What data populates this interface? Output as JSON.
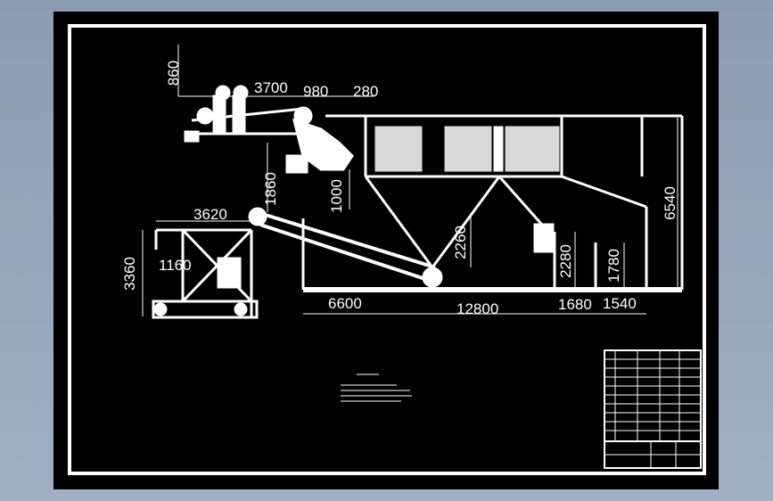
{
  "dimensions": {
    "d860": "860",
    "d3700": "3700",
    "d980": "980",
    "d280": "280",
    "d1860": "1860",
    "d1000": "1000",
    "d6540": "6540",
    "d3620": "3620",
    "d3360": "3360",
    "d1160": "1160",
    "d2260": "2260",
    "d2280": "2280",
    "d1780": "1780",
    "d6600": "6600",
    "d12800": "12800",
    "d1680": "1680",
    "d1540": "1540"
  },
  "colors": {
    "background": "#000000",
    "lines": "#ffffff",
    "outer_bg": "#9aabc0"
  }
}
